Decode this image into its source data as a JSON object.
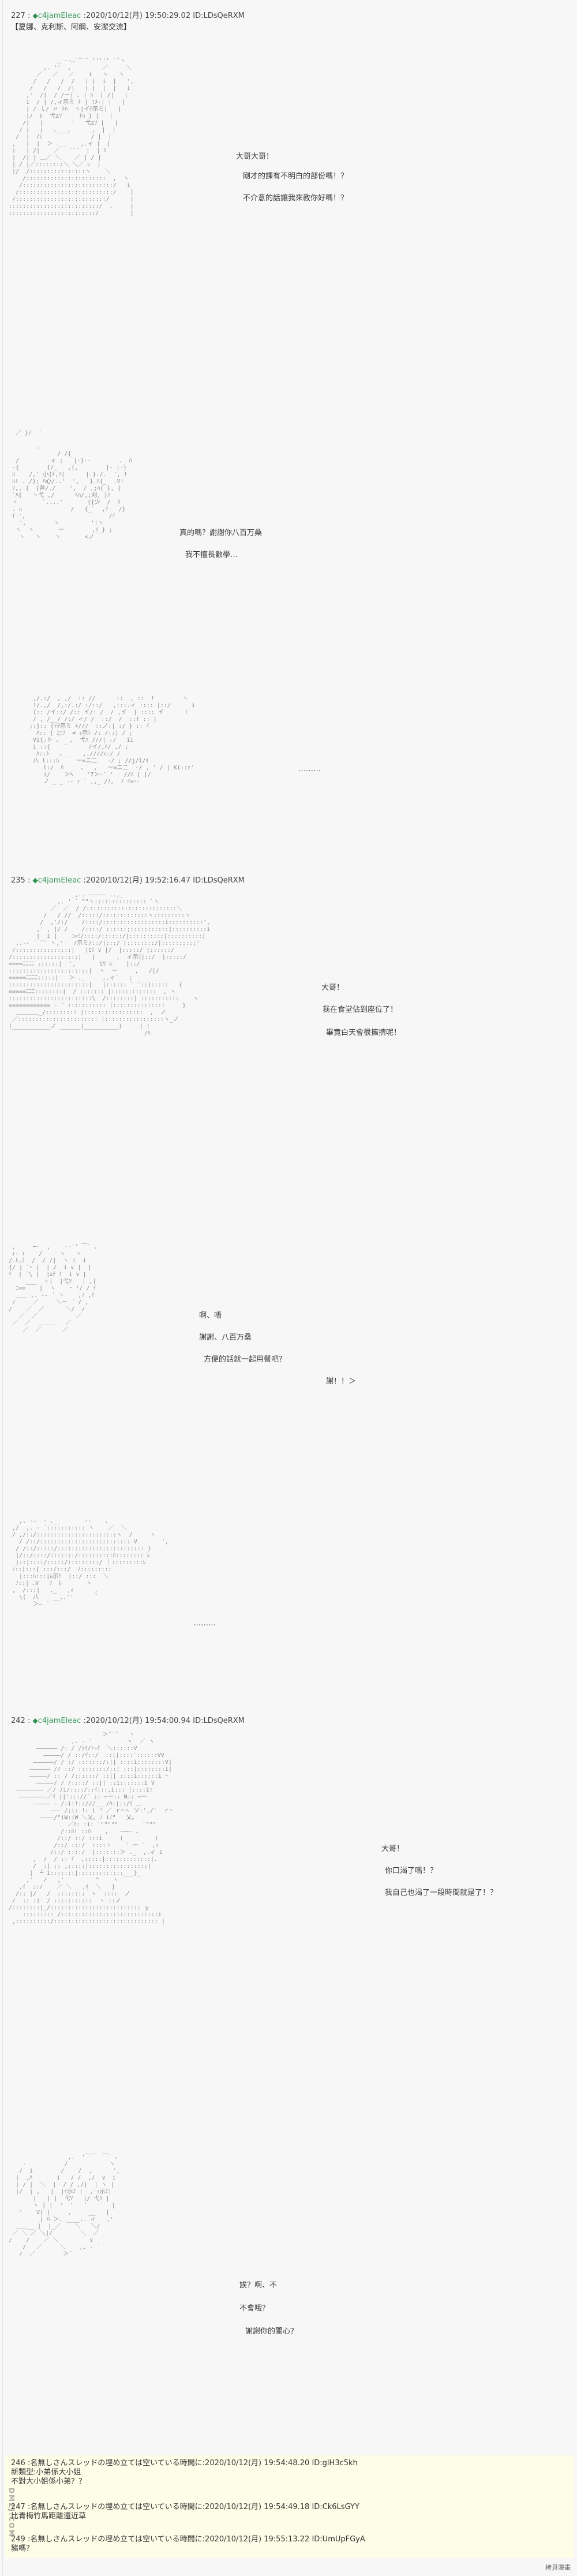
{
  "posts": [
    {
      "number": "227",
      "separator": " : ",
      "trip_icon": "diamond-icon",
      "trip": "c4jamEleac",
      "meta": " :2020/10/12(月) 19:50:29.02 ID:LDsQeRXM",
      "subtitle": "【夏娜、克利斯、阿綱、安潔交流】",
      "panels": [
        {
          "dialogue": [
            "大哥大哥！",
            "剛才的課有不明白的部份嗎！？",
            "不介意的話讓我來教你好嗎！？"
          ]
        },
        {
          "dialogue": [
            "真的嗎？謝謝你八百万桑",
            "我不擅長數學…"
          ]
        },
        {
          "ellipsis": "………"
        }
      ]
    },
    {
      "number": "235",
      "separator": " : ",
      "trip_icon": "diamond-icon",
      "trip": "c4jamEleac",
      "meta": " :2020/10/12(月) 19:52:16.47 ID:LDsQeRXM",
      "panels": [
        {
          "dialogue": [
            "大哥！",
            "我在食堂佔到座位了！",
            "畢竟白天會很擁擠呢！"
          ]
        },
        {
          "dialogue": [
            "啊、唔",
            "謝謝、八百万桑",
            "方便的話就一起用餐吧？",
            "謝！！＞"
          ]
        },
        {
          "ellipsis": "………"
        }
      ]
    },
    {
      "number": "242",
      "separator": " : ",
      "trip_icon": "diamond-icon",
      "trip": "c4jamEleac",
      "meta": " :2020/10/12(月) 19:54:00.94 ID:LDsQeRXM",
      "panels": [
        {
          "dialogue": [
            "大哥！",
            "你口渴了嗎！？",
            "我自己也渴了一段時間就是了！？"
          ]
        },
        {
          "dialogue": [
            "誒？啊、不",
            "不會哦？",
            "謝謝你的關心？"
          ]
        }
      ]
    }
  ],
  "comments": [
    {
      "header": "246 :名無しさんスレッドの埋め立ては空いている時間に:2020/10/12(月) 19:54:48.20 ID:glH3c5kh",
      "lines": [
        "新類型:小弟係大小姐",
        "不對大小姐係小弟？？"
      ]
    },
    {
      "header": "247 :名無しさんスレッドの埋め立ては空いている時間に:2020/10/12(月) 19:54:49.18 ID:Ck6LsGYY",
      "lines": [
        "比青梅竹馬距離還近草"
      ]
    },
    {
      "header": "249 :名無しさんスレッドの埋め立ては空いている時間に:2020/10/12(月) 19:55:13.22 ID:UmUpFGyA",
      "lines": [
        "豬嗎？"
      ]
    }
  ],
  "watermark": "DMZJ.COM",
  "footer_brand": "拷貝漫畫",
  "colors": {
    "background": "#f7f7f7",
    "trip": "#3a9a5a",
    "comment_bg": "#fdfde8"
  },
  "aa_art": {
    "p227a": "              _ -‐…¨¨¨¨ ''''' ̄ ¨ヽ\n          ,. ''  ,         ／     ＼\n        ／   ／   ／    i   ヽ   ヽ\n       /   /   /  /   | |  i  |   ',\n      /   /   /  /|   | |  |  |   i\n     ,'  /|  / /ー| ､ | ﾊ  | /|   |\n     i  / | /,ィ示ミ ﾄ | !ﾒ‐| |   |\n     | / ｌ/ 〃 ﾄﾊ  ヽ|イﾃ示ミ|   |\n     |/  ﾚ  弋zｿ     ﾄﾊ } |   |\n    /|   |        '   弋zｿ |   |\n   / |   |   ､___,      ,  |  |\n  /  |  八              / |  |\n ,   |  |  ＞ ._     ,.ィ |  |\n i   | /|    ／ ｀¨¨´  |  | ﾊ\n |  /| | ＿／ ＼    ／ | / |\n | / |／::::::::＼ ＼／ ﾚ  |\n |/  /::::::::::::::::ヽ    ＼\n    /:::::::::::::::::::::::  ,  ヽ\n   /::::::::::::::::::::::::::/   i\n  /:::::::::::::::::::::::::::/    |\n /::::::::::::::::::::::::::/      |\n::::::::::::::::::::::::::/  .     |\n:::::::::::::::::::::::::/         |",
    "p227b": "  ／ }/  `\n\n        .\n              / /{\n  /         ィ ;   |-}-‐        .  ﾊ\n -{        {/_   ,{,        |- ;-}\n ﾊ    /,' 小{ﾄ,ｿ|      |.}./.  ', !\n ﾊ! . /}; ﾊ心/..'  ',   }.ﾊ{_  .V!\n ｿ,, {  {斧/./    ',  / ,;ﾊ{ }, {\n `ﾊ{   ヽ弋 ,/      ﾍﾊ/,;刈, }ﾊ\n ヽ       `....'       {{少  /  ﾘ\n . ﾊ              /   {_`  ,ｲ   /}\n ｲ ',                        /ｲ\n   ',        ヽ         '!ヽ\n  ヽ  ヽ       ー        ,ｲ_} ;\n   ヽ   ヽ    ヽ       <ノ",
    "p227c": "  ,/.:/  , ,/  :: //      ::  , ::  !        ヽ\n  !/.,/  /,:/.:/ :/::/   ,:::.ィ :::: |::/      i\n  {:: /イ::/ /:: イ/: /  / ,イ  | :::: イ      !\n  / , /__/ /:/ ィ/ /  ::/  /  ::! :: |\n ;:}:: {rﾃ示ミ ﾒ///  ::ノ:| :/ } :: ｲ\n   ﾊ:: { 辷ｿ  ≠ ｨ示ﾐ /: /::| / ;\n  Vi{:ト ､   ,  弋ｿ ///| :/   ii\n  i ::{    `      /イ/,ﾊ/ ,/ ;\n   ﾊ::ﾄ   、_    ,.////ｨ:/ /\n  八 l:::ﾊ     ー=ニ二   -/ ; //j/l/ｲ\n     l:/  ﾊ     、  ,   ー=ニ二  -/ , ' / | K(::r'\n     i/    ＞ﾍ    '7＞―´ '   //ﾊ | |/\n     ノ _ _ -‐ ｧ ´ ,,_ /ﾉ,  ﾉ ｲ=ｰ-",
    "p235a": "                  _,.. -―――- ..,_\n              ,. ' ´ ^\"ヽ::::::::::::::: `ヽ\n            ／  ／  / /::::::::::::::::::::::::::＼\n          /   / //  /:::::/:::::::::::::ヽ:::::::::ヽ\n         /  ,'/:/    /::::/::::::::::::::::::i::::::::::',\n        ,' , |/ /    /::::/ ::::::;:::::::::::|::::::::::i\n        |  i |    ﾆ=ﾐ/::::/::::::/|::::::::::|::::::::::|\n  ,.-‐ ´ ¨¨ ヽ,'   /示ミ/::/|:::/ |::::::::/|:::::::::;'\n /::::::::::::::::|   |ﾋﾘ ∨ |/  |:::::/ |::::::/\n/:::::::::::::::::::|   |      ,  ィ示ﾐ|::/  |:::::/\n====ﾆﾆﾆﾆ ::::::|  ',       ﾋﾘ ﾚ'   |::/\n:::::::::::::::::::::::|  ヽ  ー     ,   /|/\n=====ﾆﾆﾆﾆ:::::|   ＞ ._     ,.ィ´   ;\n:::::::::::::::::::::::|   |:::::: ¨ ´::|:::::   {\n=====ﾆﾆﾆ::::::::|  / ::::::: |:::::::::::::  , ヽ\n::::::::::::::::::::::::\\  /::::::::| :::::::::::    ヽ\n============ ‐ ´ ::::::::::: |:::::::::::::::     }\n  ＿＿＿＿_/::::::::: |:::::::::::::::::  ,  ノ\n ／::::::::::::::::::::::: |:::::::::::::::::ヽ_ノ\n(___________ノ ______|__________)     | !\n                                       /ﾊ",
    "p235b": " ,     ─-  ,    -‐'' ￣` ､\n ｨ‐ ｧ    /     ヽ   ヽ\n/.ﾄ,ﾐ  /  / /|  ヽ i  i\n{/ | `ｰ |  | /  i ∨ |  |\nｲ  | ̄ \\ |  |ﾑﾃ ﾐ  i ∨ |\n     ___  ヽ|  |弋ｿ   | ,|\n  ﾆ==    |  ヽ    ｰ '/ / ｲ\n  ＿＿ ,. -‐ ´ ヽ    ,ﾉ ,ｲ\n /     ／     ＼ー ´ / ,\n/    ／  ／      ＼/  /\n   ／  ／           ／\n ／  ／  ＿＿＿   ／\n    ／  ／      ／",
    "p235c": "  _,. -―  ‐ ､__       -‐    ､\n ,/  ,. ‐ ´::::::::::: ヽ    ／  ＼\n / ,/::/:::::::::::::::::::::::ヽ  /     ヽ\n   / /::/:::::::::::::::::::::::::: V       ',\n  / /::/:::::/::::::::::::::::::::::::: }\n  |/::/::::/:::::::/::::::::::ﾊ:::::::: ﾚ\n  |::|::::/:::::/:::::::::/ ｜:::::::::ﾚ\n ﾉ::|:::{ :::/:::/  ﾉ:::::::::\n   |:::ﾊ:::|ﾑ示ﾐ  |::/ :::  ＼\n  ﾉ::| ､V   ｿ  ﾚ       ヽ\n ,  /:::|   ､_   ,ｨ      ,\n   \\(  八    __..''      ´\n       ＞― ´",
    "p242a": "                           ＞¨¨¨   ヽ\n                  ,. ‐ ´          ヽ  ／ ヽ\n        ―――――― /: / /ｼｲ/ﾄ−ﾐ  ＼::::::V\n          ―――――/ / ::/ｲ::/  ::||::::`::::::VV\n       ――――――/ / :/ :::::::/:|| ::::i::::::::V|\n      ―――――― // ::/ ::::::::/::| :::|::::::::i|\n      ―――――/ :: / /::::::/ ::|| ::::i::::::i ｰ\n        ―――――/ / /::::/ ::|| ::i:::::::i V\n  ―――――――― ／/ /i/::::/::ｲ:::,i::: |::::i!\n   ――――――――／ｲ ||'::://` :: ~ー:: N:: ~ー\n       ――――― ‐ /:i:!::///___/ﾊ:|::/ﾘ ＿\n            ――― /;i: !: i \" ／ ｒ⌒ヽ ソ:',/'  ｒ⌒\n         ――――/\"iW:iW ＼乂｡ ﾉ iﾉ\"   乂｡\n                 ／ﾊ: :i: `\"\"\"\"\"       `\"\"\"\n               /::ﾊ! ::ﾊ    ,.  -――- ､\n              /::/ ::/ :::i     (         )\n             /::/ :::/  ::::ヽ    ` ー ´  ,ｨ\n            /::/ ::::/  |:::::::＞ ._  ,.ィ i\n       ,  /  / :: ｲ  ,:::::|:::::::::::::|.\n       /  :| :: ,:::::|:::::::::::::::::|\n      |  ┴ i:::::::|:::::::::::::___}_\n     ,'   /   ,'         ^    ヽ\n   ,ｲ  ::/    ／ ＼ _ ,ｲ  ＼   }\n  /:: |/   /  ::::::::｀ヽ  ::::  ノ\n /  :: :i  / :::::::::::  ヽ ::ノ\n/::::::::|_/:::::::::::::::::::::::::: ｙ\n    ::::::::: /::::::::::::::::::::::::::::i\n ,::::::::::/:::::::::::::::::::::::::::::: |",
    "p242b": "                      _ _\n                 ,.  ' ´   ￣` ､\n    ‐           /            ヽ\n   /  i        /    /  ,      ',\n  |  ,ﾊ       i   / /  ,/  ∨  i\n  | / |  ＼  |  / / ,/|  | ヽ |\n  |/  | ,   |  |ｲ示ﾐ |  ,'ｨ示ﾐ|\n       |   | |  弋ｿ   |/ 弋ｿ |\n       ヽ | |  '  '   `       |\n   '    V| |     ,     __   |\n         | ﾊ ＞. ____.. ィ   ,'\n  ＿＿__ |  |_／    ＼   ＼/\n ／ ＼ ／ ＼|/        ＼  ／\n/    /    ／ ＼         ∨\n    /   ／     ＼    ,. ‐ ´\n   /  ／        ＞´"
  }
}
